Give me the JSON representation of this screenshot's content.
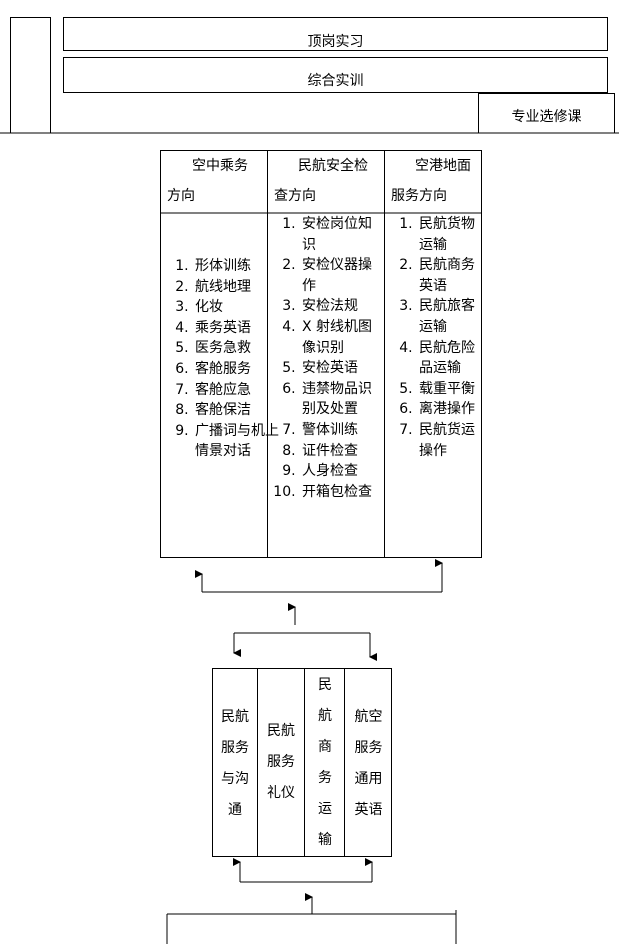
{
  "top_bars": {
    "internship": "顶岗实习",
    "comprehensive_training": "综合实训",
    "elective_courses": "专业选修课"
  },
  "directions": [
    {
      "header_line1": "空中乘务",
      "header_line2": "方向",
      "items": [
        "形体训练",
        "航线地理",
        "化妆",
        "乘务英语",
        "医务急救",
        "客舱服务",
        "客舱应急",
        "客舱保洁",
        "广播词与机上情景对话"
      ]
    },
    {
      "header_line1": "民航安全检",
      "header_line2": "查方向",
      "items": [
        "安检岗位知识",
        "安检仪器操作",
        "安检法规",
        "X 射线机图像识别",
        "安检英语",
        "违禁物品识别及处置",
        "警体训练",
        "证件检查",
        "人身检查",
        "开箱包检查"
      ]
    },
    {
      "header_line1": "空港地面",
      "header_line2": "服务方向",
      "items": [
        "民航货物运输",
        "民航商务英语",
        "民航旅客运输",
        "民航危险品运输",
        "载重平衡",
        "离港操作",
        "民航货运操作"
      ]
    }
  ],
  "core_courses": [
    {
      "lines": [
        "民航",
        "服务",
        "与沟",
        "通"
      ]
    },
    {
      "lines": [
        "民航",
        "服务",
        "礼仪"
      ]
    },
    {
      "lines": [
        "民",
        "航",
        "商",
        "务",
        "运",
        "输"
      ]
    },
    {
      "lines": [
        "航空",
        "服务",
        "通用",
        "英语"
      ]
    }
  ]
}
